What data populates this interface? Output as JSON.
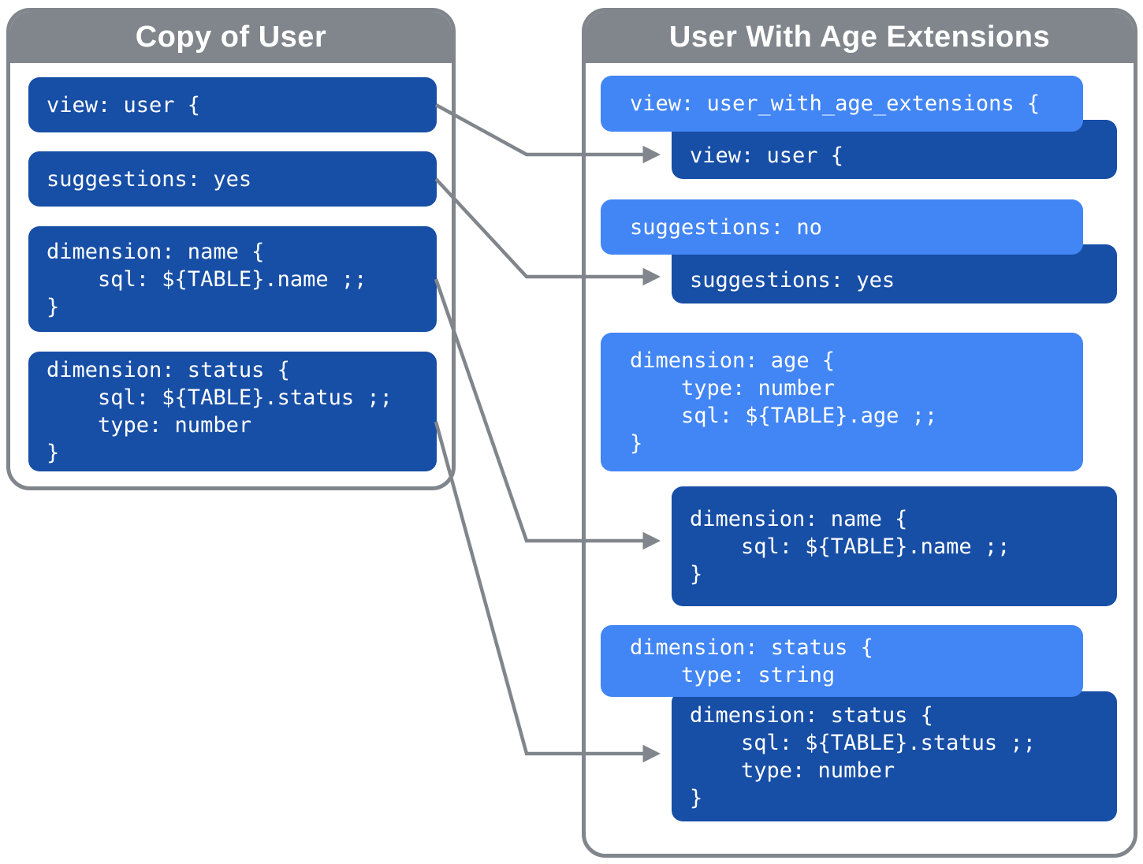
{
  "colors": {
    "panel_border_gray": "#80868b",
    "header_gray": "#80868b",
    "dark_blue": "#174ea6",
    "light_blue": "#4285f4",
    "arrow_gray": "#80868b",
    "text_white": "#ffffff"
  },
  "left": {
    "title": "Copy of User",
    "blocks": [
      {
        "variant": "dark",
        "lines": [
          "view: user {"
        ]
      },
      {
        "variant": "dark",
        "lines": [
          "suggestions: yes"
        ]
      },
      {
        "variant": "dark",
        "lines": [
          "dimension: name {",
          "    sql: ${TABLE}.name ;;",
          "}"
        ]
      },
      {
        "variant": "dark",
        "lines": [
          "dimension: status {",
          "    sql: ${TABLE}.status ;;",
          "    type: number",
          "}"
        ]
      }
    ]
  },
  "right": {
    "title": "User With Age Extensions",
    "blocks": [
      {
        "variant": "light",
        "lines": [
          "view: user_with_age_extensions {"
        ]
      },
      {
        "variant": "dark",
        "lines": [
          "view: user {"
        ]
      },
      {
        "variant": "light",
        "lines": [
          "suggestions: no"
        ]
      },
      {
        "variant": "dark",
        "lines": [
          "suggestions: yes"
        ]
      },
      {
        "variant": "light",
        "lines": [
          "dimension: age {",
          "    type: number",
          "    sql: ${TABLE}.age ;;",
          "}"
        ]
      },
      {
        "variant": "dark",
        "lines": [
          "dimension: name {",
          "    sql: ${TABLE}.name ;;",
          "}"
        ]
      },
      {
        "variant": "light",
        "lines": [
          "dimension: status {",
          "    type: string"
        ]
      },
      {
        "variant": "dark",
        "lines": [
          "dimension: status {",
          "    sql: ${TABLE}.status ;;",
          "    type: number",
          "}"
        ]
      }
    ]
  },
  "connections": [
    {
      "from": "left block view: user {",
      "to": "right inherited block view: user {"
    },
    {
      "from": "left block suggestions: yes",
      "to": "right inherited block suggestions: yes"
    },
    {
      "from": "left block dimension: name",
      "to": "right inherited block dimension: name"
    },
    {
      "from": "left block dimension: status",
      "to": "right inherited block dimension: status"
    }
  ]
}
